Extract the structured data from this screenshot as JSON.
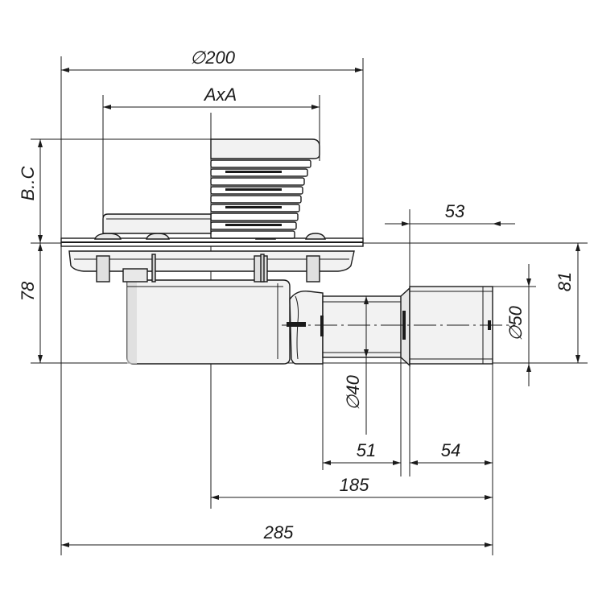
{
  "dimensions": {
    "diameter_top": "∅200",
    "grate_size": "AxA",
    "height_bc": "B..C",
    "height_body": "78",
    "outlet_offset": "53",
    "outlet_height": "81",
    "outlet_diameter": "∅50",
    "inner_diameter": "∅40",
    "length_51": "51",
    "length_54": "54",
    "length_185": "185",
    "overall_length": "285"
  },
  "colors": {
    "line": "#1a1a1a",
    "part_fill": "#f2f2f2",
    "part_shade": "#d9d9d9",
    "background": "#ffffff"
  }
}
